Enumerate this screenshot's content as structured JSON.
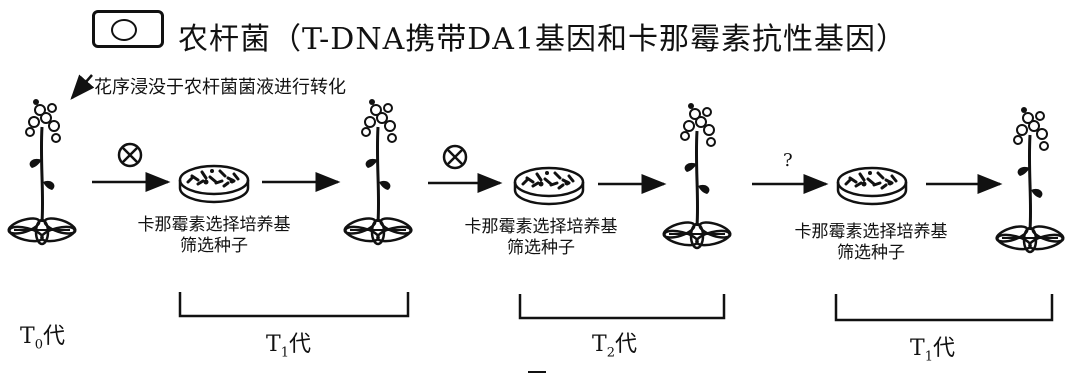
{
  "legend": {
    "text": "农杆菌（T-DNA携带DA1基因和卡那霉素抗性基因）"
  },
  "instruction": "花序浸没于农杆菌菌液进行转化",
  "steps": [
    {
      "symbol": "⊗",
      "medium_line1": "卡那霉素选择培养基",
      "medium_line2": "筛选种子"
    },
    {
      "symbol": "⊗",
      "medium_line1": "卡那霉素选择培养基",
      "medium_line2": "筛选种子"
    },
    {
      "symbol": "?",
      "medium_line1": "卡那霉素选择培养基",
      "medium_line2": "筛选种子"
    }
  ],
  "generations": {
    "t0": {
      "base": "T",
      "sub": "0",
      "suffix": "代"
    },
    "t1": {
      "base": "T",
      "sub": "1",
      "suffix": "代"
    },
    "t2": {
      "base": "T",
      "sub": "2",
      "suffix": "代"
    },
    "t3": {
      "base": "T",
      "sub": "1",
      "suffix": "代"
    }
  },
  "colors": {
    "ink": "#111111",
    "background": "#ffffff"
  }
}
